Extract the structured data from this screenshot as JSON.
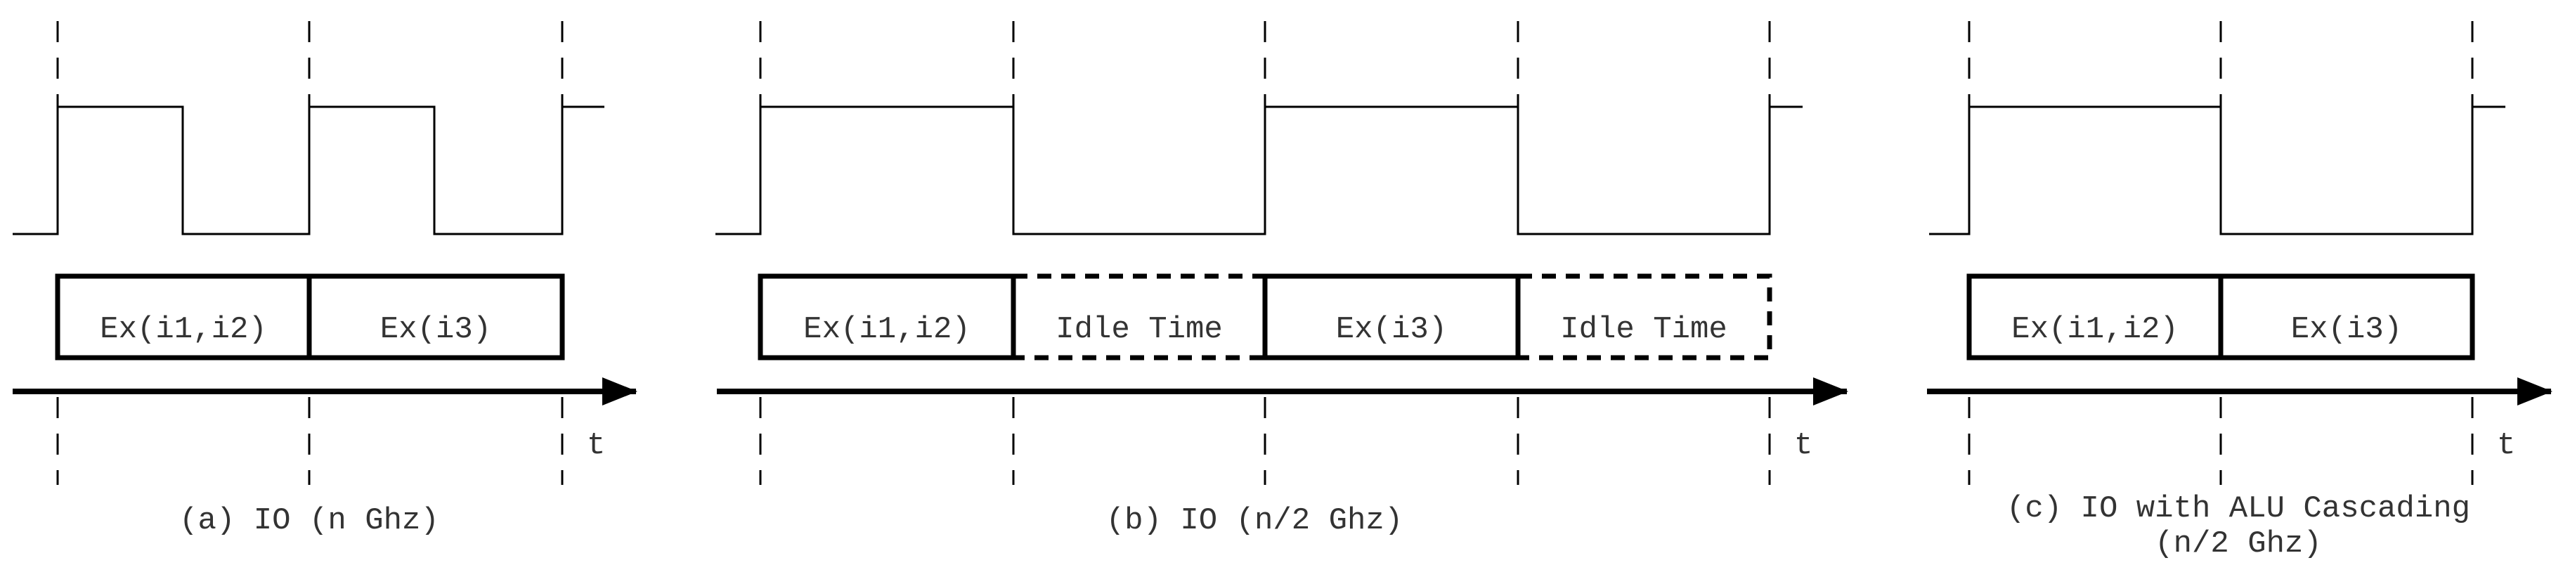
{
  "panels": [
    {
      "id": "a",
      "caption_lines": [
        "(a) IO (n Ghz)"
      ],
      "boxes": [
        {
          "label": "Ex(i1,i2)",
          "dashed": false
        },
        {
          "label": "Ex(i3)",
          "dashed": false
        }
      ],
      "axis_label": "t"
    },
    {
      "id": "b",
      "caption_lines": [
        "(b) IO (n/2 Ghz)"
      ],
      "boxes": [
        {
          "label": "Ex(i1,i2)",
          "dashed": false
        },
        {
          "label": "Idle Time",
          "dashed": true
        },
        {
          "label": "Ex(i3)",
          "dashed": false
        },
        {
          "label": "Idle Time",
          "dashed": true
        }
      ],
      "axis_label": "t"
    },
    {
      "id": "c",
      "caption_lines": [
        "(c) IO with ALU Cascading",
        "(n/2 Ghz)"
      ],
      "boxes": [
        {
          "label": "Ex(i1,i2)",
          "dashed": false
        },
        {
          "label": "Ex(i3)",
          "dashed": false
        }
      ],
      "axis_label": "t"
    }
  ]
}
